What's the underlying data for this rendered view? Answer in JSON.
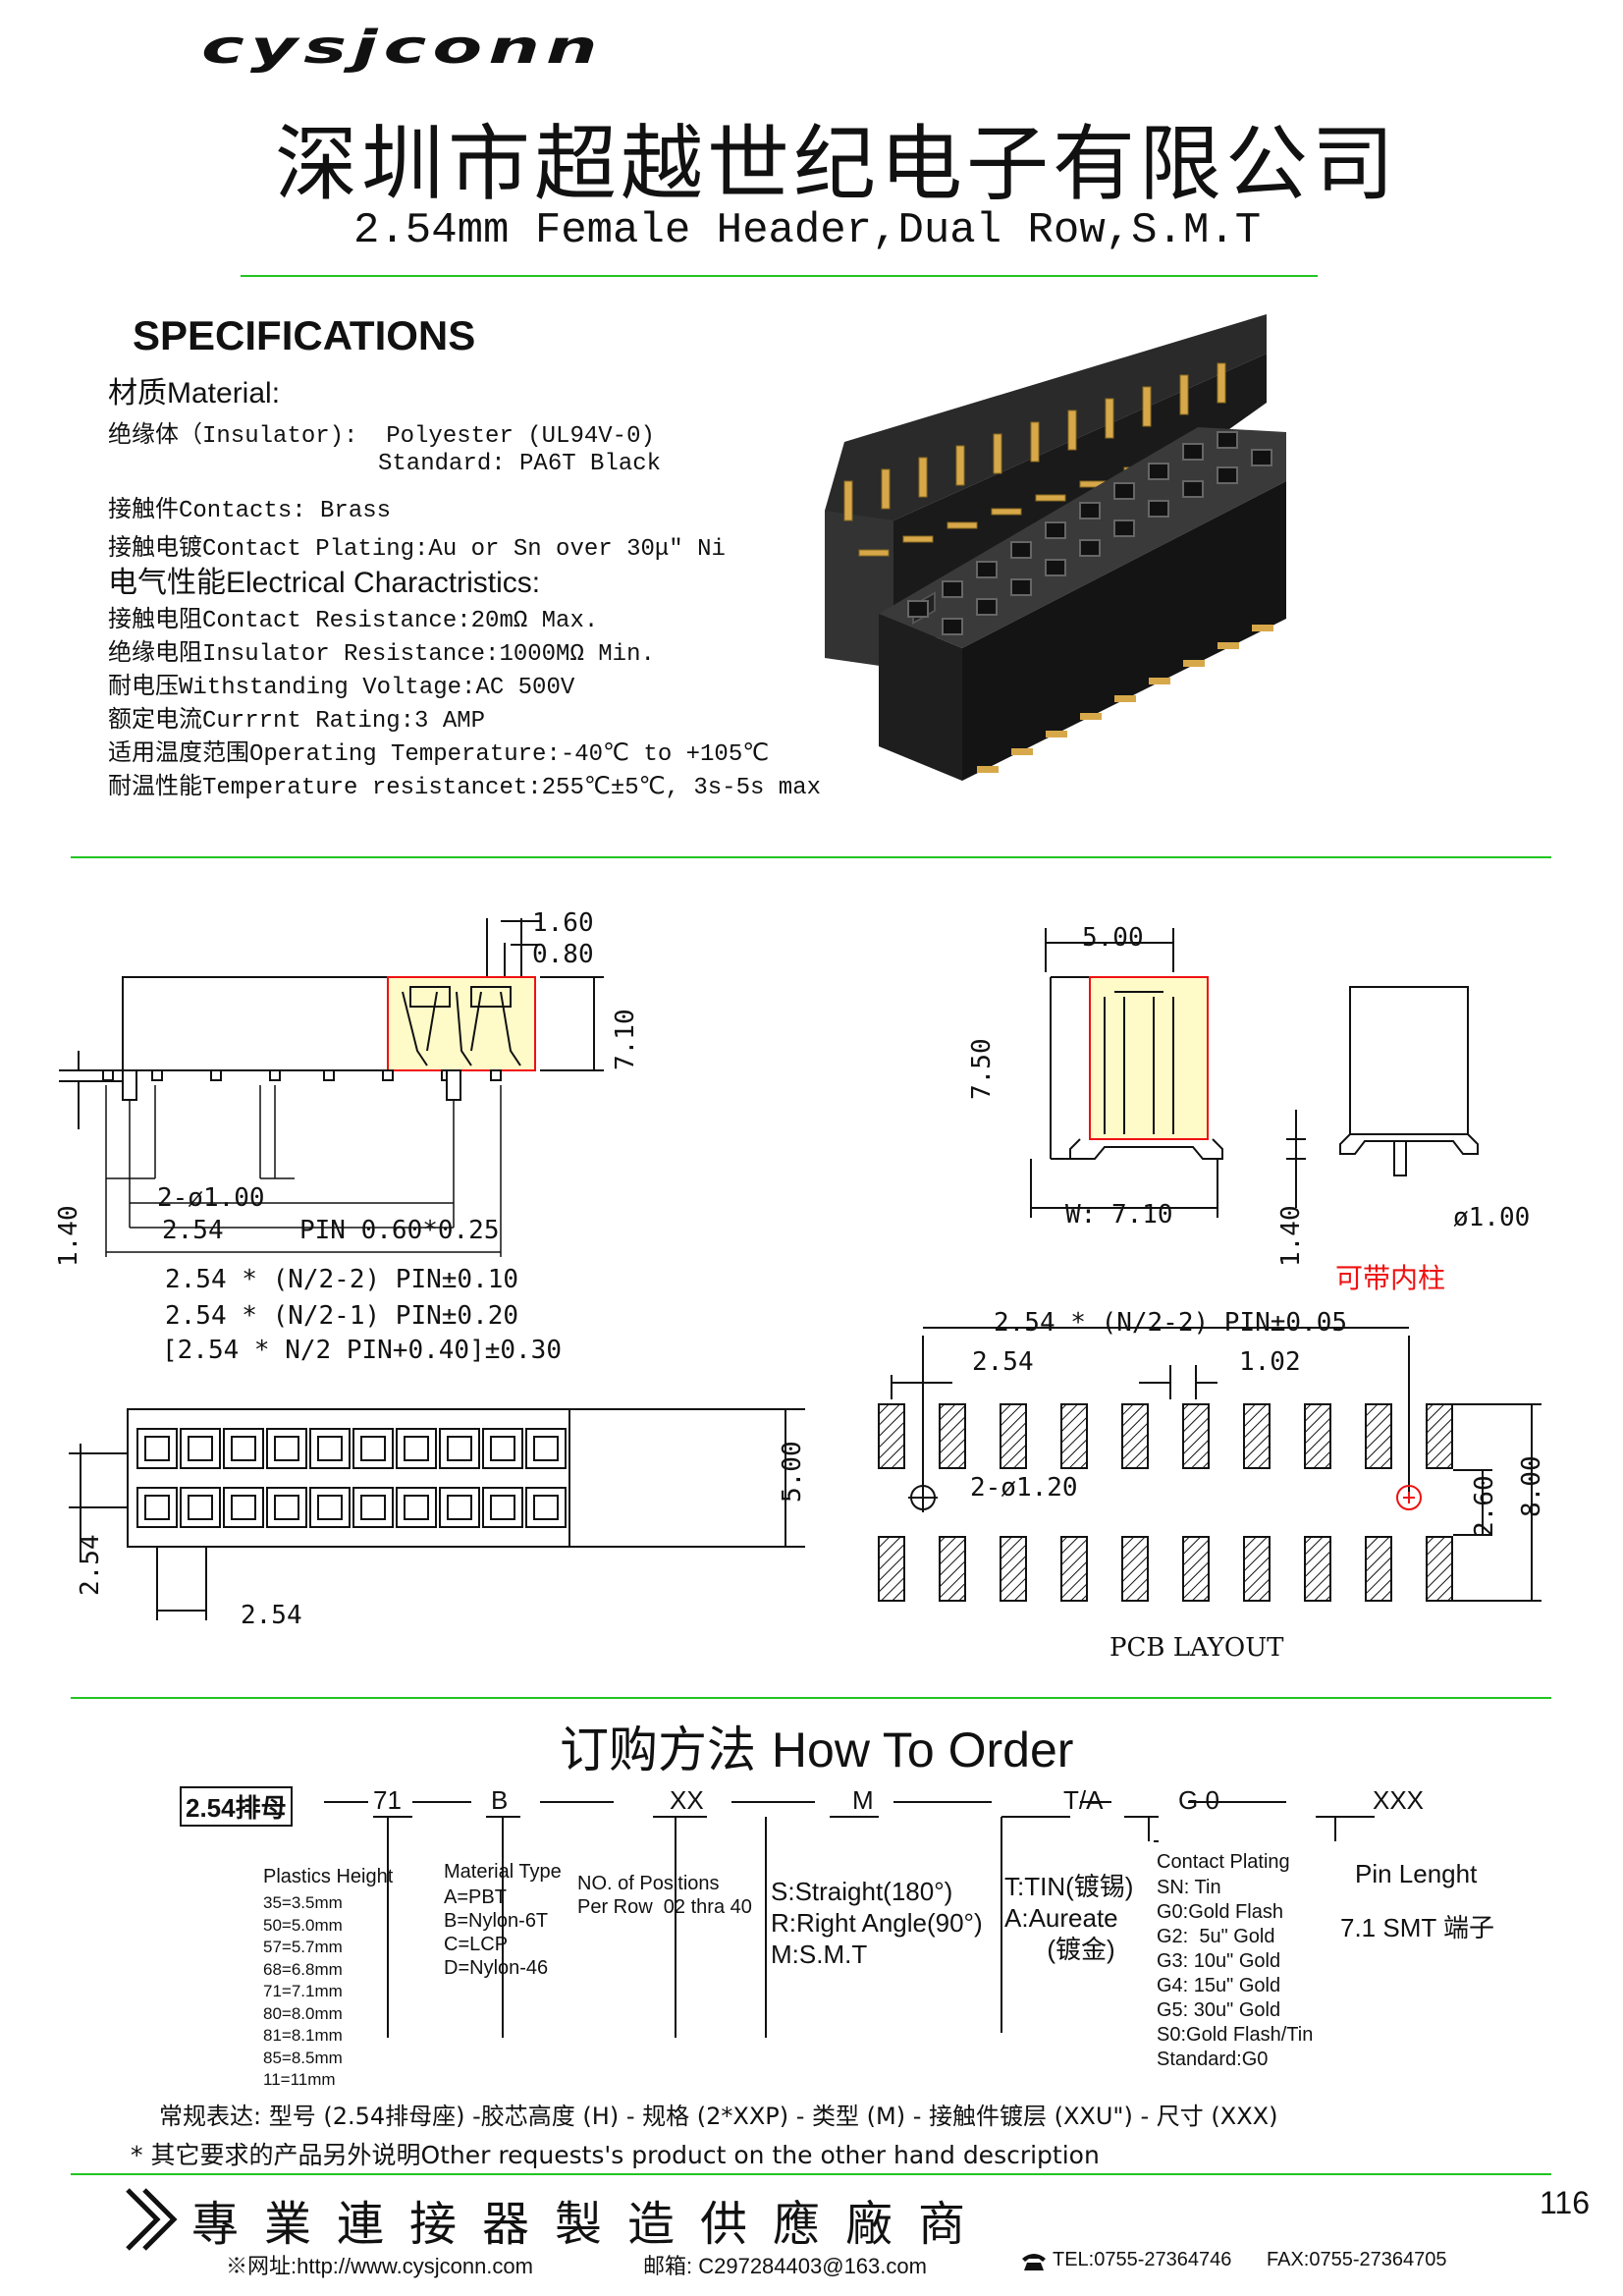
{
  "header": {
    "logo": "cysjconn",
    "company": "深圳市超越世纪电子有限公司",
    "subtitle": "2.54mm Female Header,Dual Row,S.M.T"
  },
  "specs": {
    "title": "SPECIFICATIONS",
    "material_heading": "材质Material:",
    "insulator": "绝缘体（Insulator):  Polyester (UL94V-0)",
    "standard": "Standard: PA6T Black",
    "contacts": "接触件Contacts: Brass",
    "plating": "接触电镀Contact Plating:Au or Sn over 30μ\" Ni",
    "electrical_heading": "电气性能Electrical Charactristics:",
    "resistance": "接触电阻Contact Resistance:20mΩ Max.",
    "insulation": "绝缘电阻Insulator Resistance:1000MΩ Min.",
    "voltage": "耐电压Withstanding Voltage:AC 500V",
    "current": "额定电流Currrnt Rating:3 AMP",
    "temp": "适用温度范围Operating Temperature:-40℃ to +105℃",
    "temp_res": "耐温性能Temperature resistancet:255℃±5℃, 3s-5s max"
  },
  "drawing": {
    "d160": "1.60",
    "d080": "0.80",
    "d710": "7.10",
    "d140": "1.40",
    "hole": "2-ø1.00",
    "d254": "2.54",
    "pin": "PIN 0.60*0.25",
    "f1": "2.54 * (N/2-2) PIN±0.10",
    "f2": "2.54 * (N/2-1) PIN±0.20",
    "f3": "[2.54 * N/2 PIN+0.40]±0.30",
    "d500": "5.00",
    "d750": "7.50",
    "w710": "W: 7.10",
    "d100": "ø1.00",
    "d140b": "1.40",
    "post_note": "可带内柱",
    "d500b": "5.00",
    "d254b": "2.54",
    "d254c": "2.54",
    "pcb_f": "2.54 * (N/2-2) PIN±0.05",
    "pcb_254": "2.54",
    "pcb_102": "1.02",
    "pcb_hole": "2-ø1.20",
    "pcb_260": "2.60",
    "pcb_800": "8.00",
    "pcb_label": "PCB LAYOUT"
  },
  "order": {
    "title_cn": "订购方法",
    "title_en": "How To Order",
    "prefix": "2.54排母",
    "c1": "71",
    "c2": "B",
    "c3": "XX",
    "c4": "M",
    "c5": "T/A",
    "c6": "G 0",
    "c7": "XXX",
    "height_title": "Plastics Height",
    "heights": "35=3.5mm\n50=5.0mm\n57=5.7mm\n68=6.8mm\n71=7.1mm\n80=8.0mm\n81=8.1mm\n85=8.5mm\n11=11mm",
    "material_title": "Material Type",
    "materials": "A=PBT\nB=Nylon-6T\nC=LCP\nD=Nylon-46",
    "positions": "NO. of Positions\nPer Row  02 thra 40",
    "types": "S:Straight(180°)\nR:Right Angle(90°)\nM:S.M.T",
    "plating_a": "T:TIN(镀锡)\nA:Aureate\n      (镀金)",
    "plating_title": "Contact Plating",
    "platings": "SN: Tin\nG0:Gold Flash\nG2:  5u\" Gold\nG3: 10u\" Gold\nG4: 15u\" Gold\nG5: 30u\" Gold\nS0:Gold Flash/Tin\nStandard:G0",
    "pin_len_title": "Pin Lenght",
    "pin_len": "7.1 SMT  端子",
    "normal": "常规表达: 型号 (2.54排母座) -胶芯高度 (H) - 规格 (2*XXP) - 类型 (M) - 接触件镀层 (XXU\") - 尺寸 (XXX)",
    "note": "* 其它要求的产品另外说明Other requests's product on the other hand description"
  },
  "footer": {
    "slogan": "專業連接器製造供應廠商",
    "page": "116",
    "web": "※网址:http://www.cysjconn.com",
    "email": "邮箱:  C297284403@163.com",
    "tel": "TEL:0755-27364746",
    "fax": "FAX:0755-27364705"
  }
}
